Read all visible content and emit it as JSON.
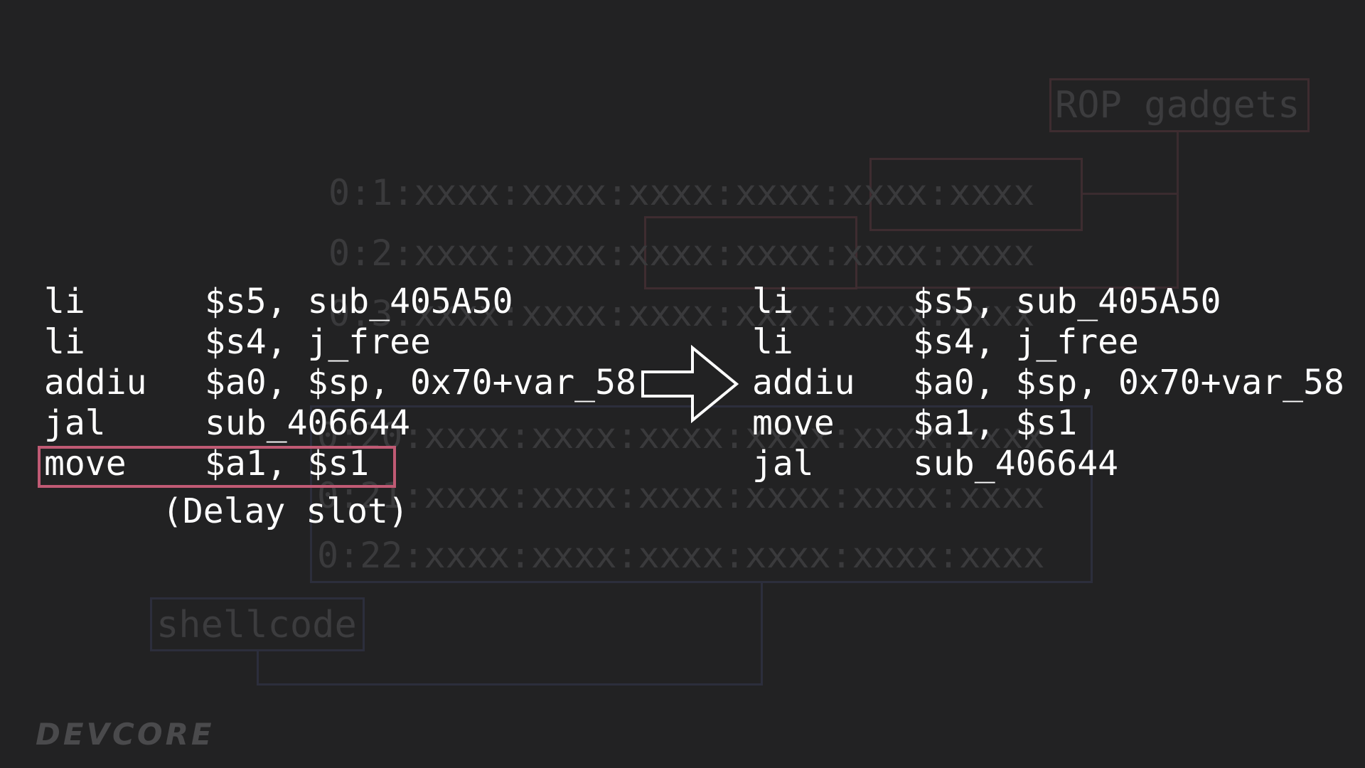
{
  "background": {
    "rop_label": "ROP gadgets",
    "shellcode_label": "shellcode",
    "rows_top": [
      "0:1:xxxx:xxxx:xxxx:xxxx:xxxx:xxxx",
      "0:2:xxxx:xxxx:xxxx:xxxx:xxxx:xxxx",
      "0:3:xxxx:xxxx:xxxx:xxxx:xxxx:xxxx"
    ],
    "rows_bottom": [
      "0:20:xxxx:xxxx:xxxx:xxxx:xxxx:xxxx",
      "0:21:xxxx:xxxx:xxxx:xxxx:xxxx:xxxx",
      "0:22:xxxx:xxxx:xxxx:xxxx:xxxx:xxxx"
    ]
  },
  "before": [
    {
      "op": "li",
      "args": "$s5, sub_405A50"
    },
    {
      "op": "li",
      "args": "$s4, j_free"
    },
    {
      "op": "addiu",
      "args": "$a0, $sp, 0x70+var_58"
    },
    {
      "op": "jal",
      "args": "sub_406644"
    },
    {
      "op": "move",
      "args": "$a1, $s1"
    }
  ],
  "delay_note": "(Delay slot)",
  "after": [
    {
      "op": "li",
      "args": "$s5, sub_405A50"
    },
    {
      "op": "li",
      "args": "$s4, j_free"
    },
    {
      "op": "addiu",
      "args": "$a0, $sp, 0x70+var_58"
    },
    {
      "op": "move",
      "args": "$a1, $s1"
    },
    {
      "op": "jal",
      "args": "sub_406644"
    }
  ],
  "logo": "DEVCORE",
  "colors": {
    "highlight": "#c05a74",
    "text": "#ffffff",
    "background": "#222223"
  },
  "icons": {
    "arrow": "right-arrow-outline-icon"
  }
}
